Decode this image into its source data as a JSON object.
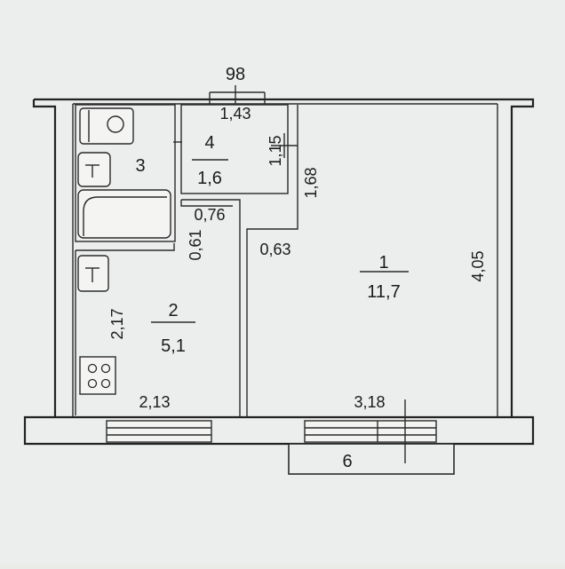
{
  "plan": {
    "house_number": "98",
    "balcony_number": "6",
    "rooms": {
      "room1": {
        "number": "1",
        "area": "11,7"
      },
      "room2": {
        "number": "2",
        "area": "5,1"
      },
      "room3": {
        "number": "3"
      },
      "room4": {
        "number": "4",
        "area": "1,6"
      }
    },
    "dimensions": {
      "d_143": "1,43",
      "d_115": "1,15",
      "d_168": "1,68",
      "d_076": "0,76",
      "d_061": "0,61",
      "d_063": "0,63",
      "d_405": "4,05",
      "d_217": "2,17",
      "d_213": "2,13",
      "d_318": "3,18"
    }
  }
}
